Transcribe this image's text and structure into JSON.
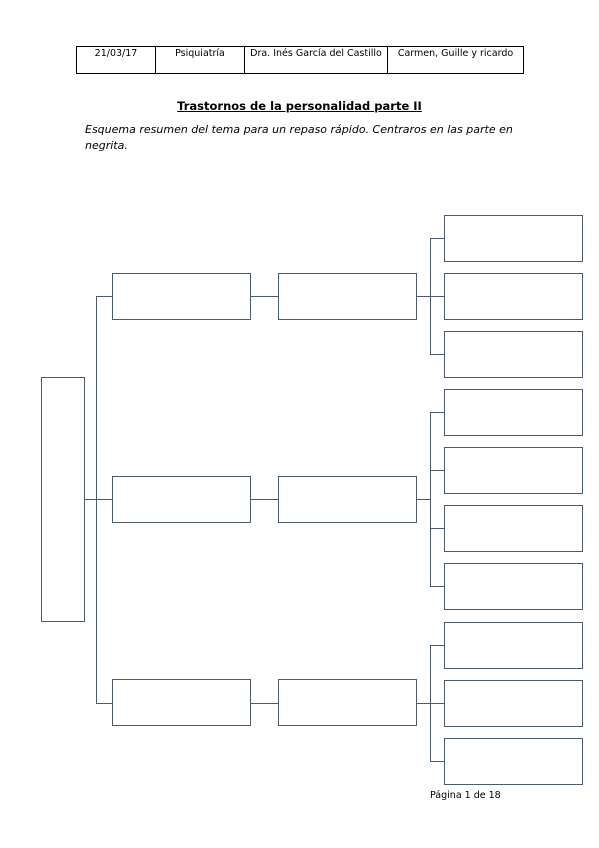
{
  "header": {
    "date": "21/03/17",
    "subject": "Psiquiatría",
    "professor": "Dra. Inés García del Castillo",
    "authors": "Carmen, Guille y ricardo"
  },
  "title": "Trastornos de la personalidad parte II",
  "intro": "Esquema resumen del tema para un repaso rápido. Centraros en las parte en negrita.",
  "footer": {
    "page_label": "Página 1 de 18"
  }
}
